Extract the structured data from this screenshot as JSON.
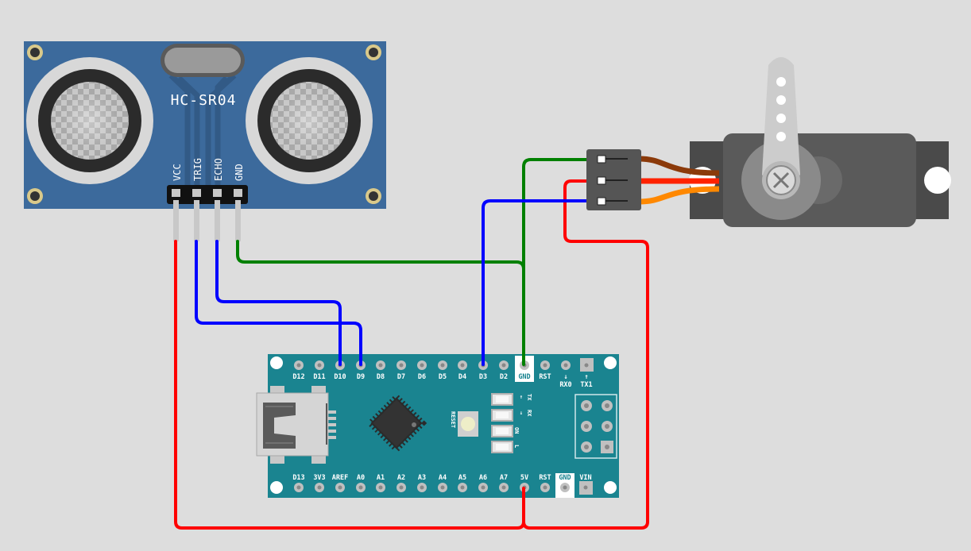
{
  "sensor": {
    "model": "HC-SR04",
    "pins": [
      "VCC",
      "TRIG",
      "ECHO",
      "GND"
    ]
  },
  "nano": {
    "top_pins": [
      "D12",
      "D11",
      "D10",
      "D9",
      "D8",
      "D7",
      "D6",
      "D5",
      "D4",
      "D3",
      "D2",
      "GND",
      "RST"
    ],
    "rx_label": "RX0",
    "tx_label": "TX1",
    "bottom_pins": [
      "D13",
      "3V3",
      "AREF",
      "A0",
      "A1",
      "A2",
      "A3",
      "A4",
      "A5",
      "A6",
      "A7",
      "5V",
      "RST",
      "GND",
      "VIN"
    ],
    "reset_label": "RESET",
    "led_labels": [
      "TX",
      "RX",
      "ON",
      "L"
    ]
  },
  "colors": {
    "background": "#dddddd",
    "sensor_board": "#3c6a9c",
    "nano_board": "#1a8490",
    "wire_power": "#ff0000",
    "wire_signal": "#0000ff",
    "wire_ground": "#008000",
    "servo_body": "#5a5a5a",
    "servo_wire_brown": "#8b3a0a",
    "servo_wire_red": "#ff2200",
    "servo_wire_orange": "#ff8800"
  }
}
